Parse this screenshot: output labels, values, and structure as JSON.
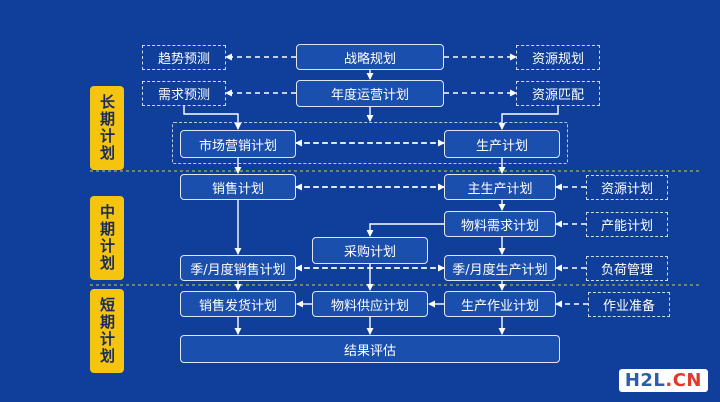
{
  "phases": {
    "long": "长期计划",
    "mid": "中期计划",
    "short": "短期计划"
  },
  "nodes": {
    "trend_forecast": "趋势预测",
    "strategic_plan": "战略规划",
    "resource_plan": "资源规划",
    "demand_forecast": "需求预测",
    "annual_ops_plan": "年度运营计划",
    "resource_match": "资源匹配",
    "marketing_plan": "市场营销计划",
    "production_plan": "生产计划",
    "sales_plan": "销售计划",
    "master_production_plan": "主生产计划",
    "resource_plan_mid": "资源计划",
    "material_requirements_plan": "物料需求计划",
    "capacity_plan": "产能计划",
    "purchase_plan": "采购计划",
    "seasonal_sales_plan": "季/月度销售计划",
    "seasonal_production_plan": "季/月度生产计划",
    "load_management": "负荷管理",
    "sales_delivery_plan": "销售发货计划",
    "material_supply_plan": "物料供应计划",
    "production_operation_plan": "生产作业计划",
    "operation_prep": "作业准备",
    "result_evaluation": "结果评估"
  },
  "watermark": {
    "main": "H2L",
    "suffix": ".CN"
  },
  "colors": {
    "background": "#0f3f9b",
    "box_fill": "#1b4fae",
    "phase_fill": "#f5c40f",
    "separator": "#c9d23a"
  }
}
